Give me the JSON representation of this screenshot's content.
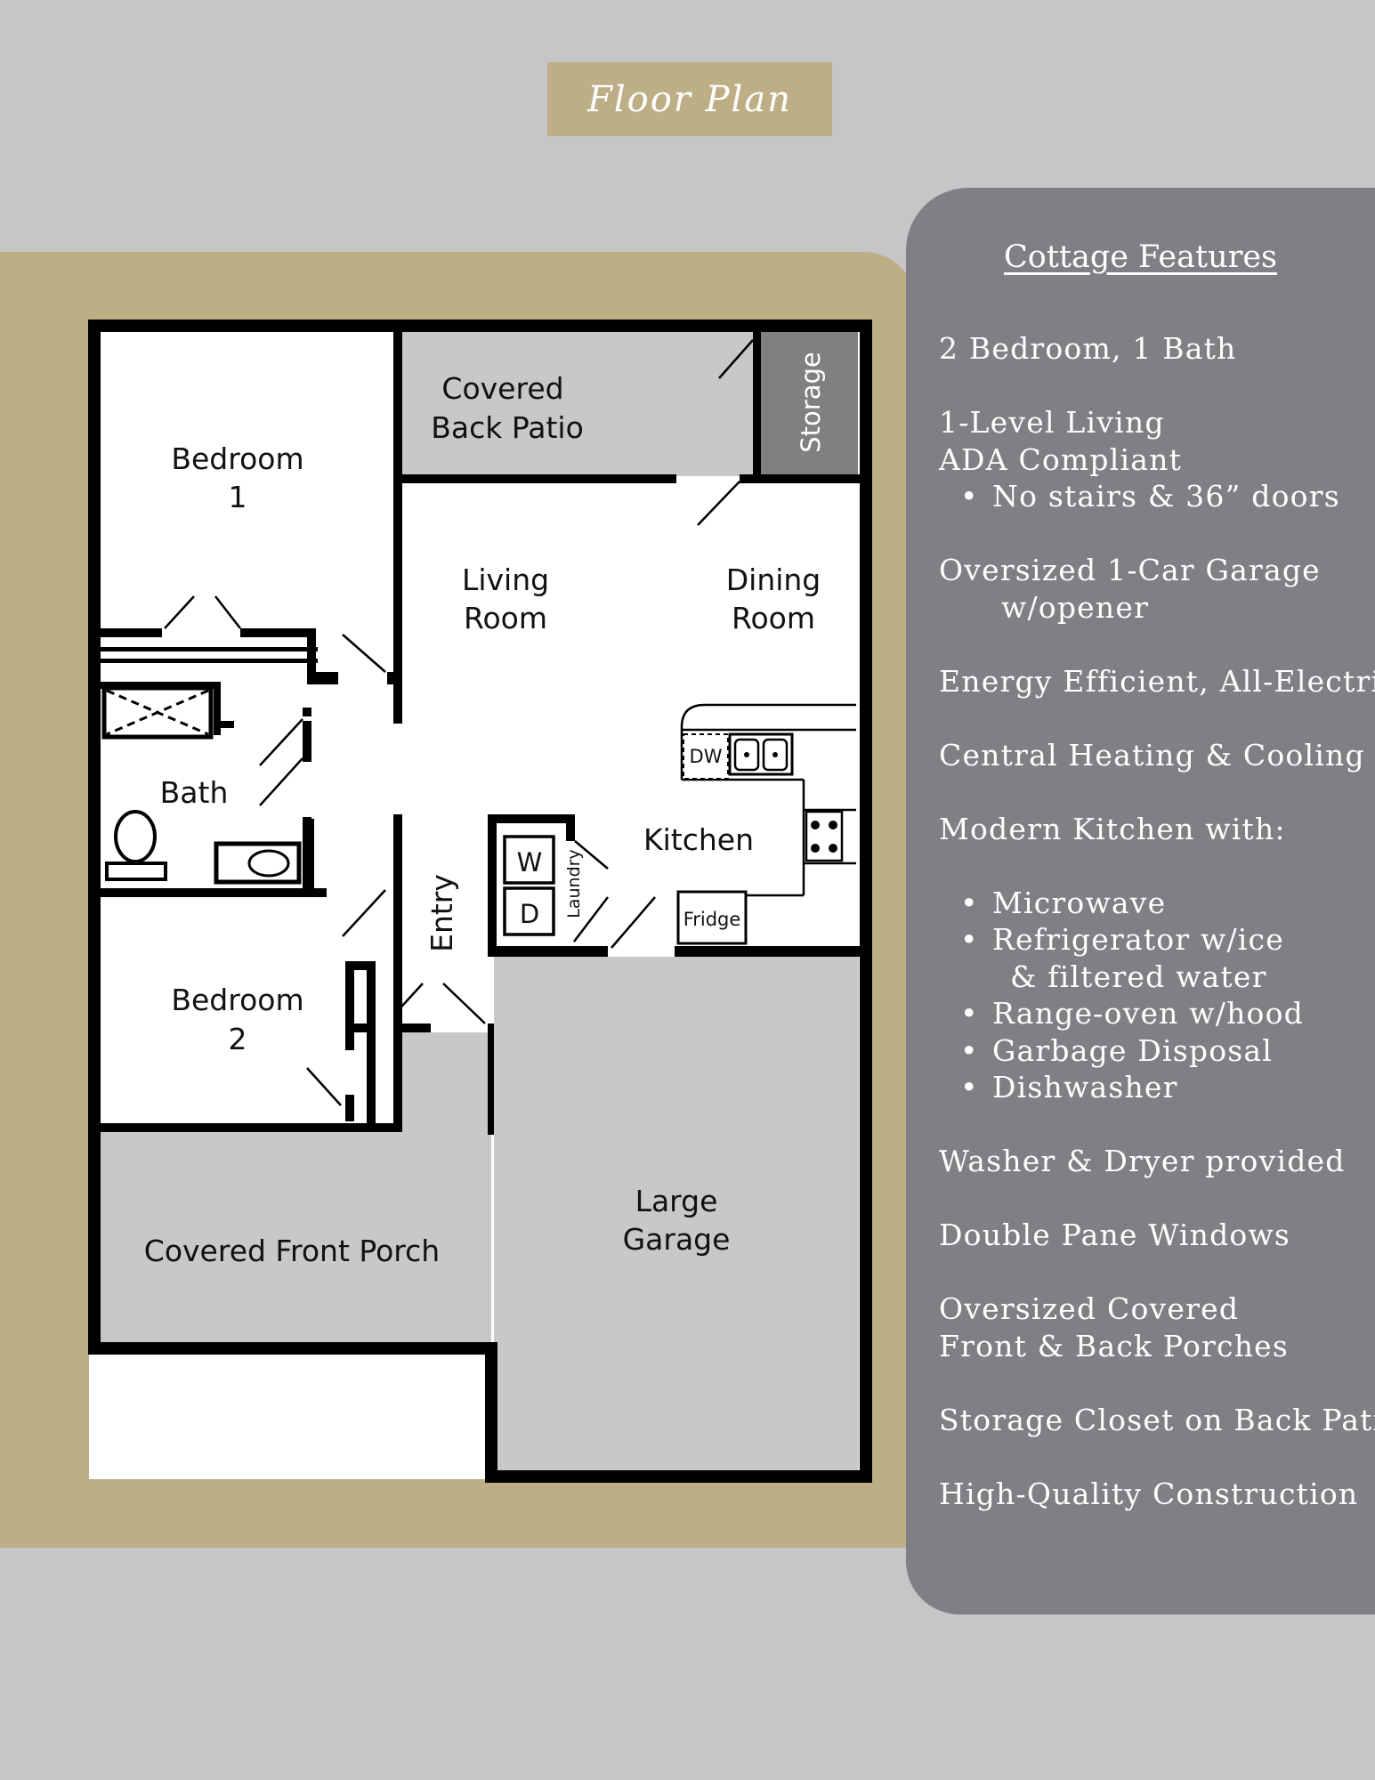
{
  "header": {
    "title": "Floor Plan"
  },
  "plan": {
    "rooms": {
      "bedroom1": [
        "Bedroom",
        "1"
      ],
      "covered_back_patio": [
        "Covered",
        "Back Patio"
      ],
      "storage": "Storage",
      "living_room": [
        "Living",
        "Room"
      ],
      "dining_room": [
        "Dining",
        "Room"
      ],
      "bath": "Bath",
      "kitchen": "Kitchen",
      "entry": "Entry",
      "laundry": "Laundry",
      "bedroom2": [
        "Bedroom",
        "2"
      ],
      "large_garage": [
        "Large",
        "Garage"
      ],
      "covered_front_porch": "Covered Front Porch"
    },
    "appliances": {
      "dishwasher": "DW",
      "fridge": "Fridge",
      "washer": "W",
      "dryer": "D"
    }
  },
  "features": {
    "title": "Cottage Features",
    "bedrooms_baths": "2 Bedroom, 1 Bath",
    "level_living": "1-Level Living",
    "ada": "ADA Compliant",
    "ada_detail": "No stairs & 36” doors",
    "garage_line1": "Oversized 1-Car Garage",
    "garage_line2": "w/opener",
    "energy": "Energy Efficient, All-Electric",
    "hvac": "Central Heating & Cooling",
    "kitchen_intro": "Modern Kitchen with:",
    "kitchen_items": {
      "microwave": "Microwave",
      "fridge_line1": "Refrigerator w/ice",
      "fridge_line2": "& filtered water",
      "range": "Range-oven w/hood",
      "disposal": "Garbage Disposal",
      "dishwasher": "Dishwasher"
    },
    "washer_dryer": "Washer & Dryer provided",
    "windows": "Double Pane Windows",
    "porches_line1": "Oversized Covered",
    "porches_line2": "Front & Back Porches",
    "storage": "Storage Closet on Back Patio",
    "construction": "High-Quality Construction"
  },
  "colors": {
    "page_background": "#c6c6c8",
    "tan_accent": "#bdae86",
    "panel_gray": "#7f8083",
    "area_gray": "#c8c8ca",
    "storage_gray": "#808080",
    "wall": "#000000"
  }
}
